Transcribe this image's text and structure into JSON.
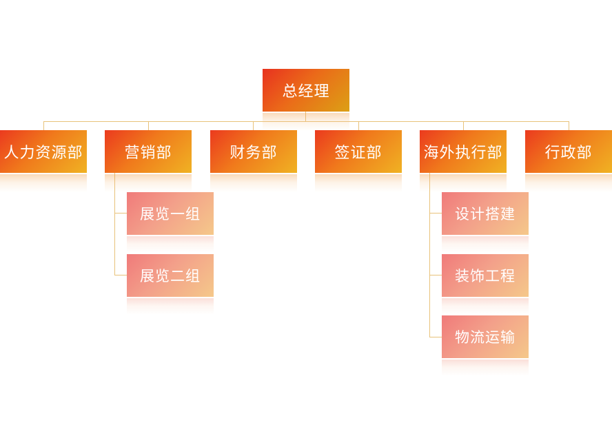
{
  "org_chart": {
    "root": {
      "label": "总经理"
    },
    "departments": [
      {
        "label": "人力资源部"
      },
      {
        "label": "营销部",
        "children": [
          "展览一组",
          "展览二组"
        ]
      },
      {
        "label": "财务部"
      },
      {
        "label": "签证部"
      },
      {
        "label": "海外执行部",
        "children": [
          "设计搭建",
          "装饰工程",
          "物流运输"
        ]
      },
      {
        "label": "行政部"
      }
    ]
  },
  "colors": {
    "top_gradient": [
      "#e8321f",
      "#dca015"
    ],
    "dept_gradient": [
      "#eb3a1e",
      "#f0b223"
    ],
    "sub_gradient": [
      "#f07a7a",
      "#f5c88a"
    ],
    "connector": "#e8c27a"
  }
}
